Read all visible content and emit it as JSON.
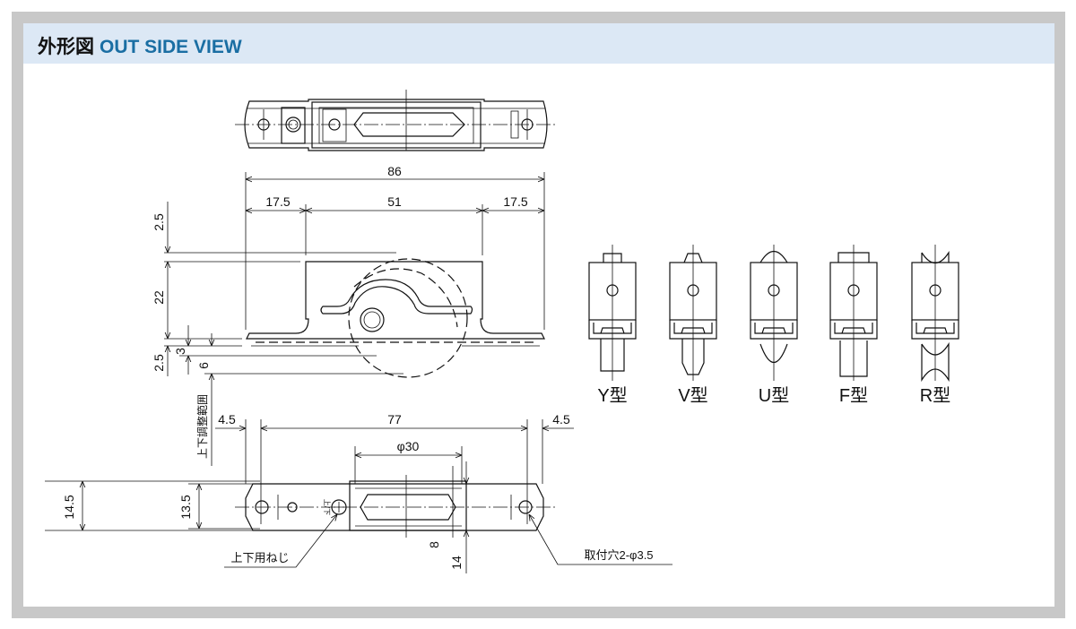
{
  "header": {
    "title_jp": "外形図",
    "title_en": "OUT SIDE VIEW"
  },
  "side_view": {
    "overall_width": "86",
    "left_offset": "17.5",
    "body_width": "51",
    "right_offset": "17.5",
    "top_gap": "2.5",
    "body_height": "22",
    "bottom_gap": "2.5",
    "rail_dim": "3",
    "wheel_protrusion": "6",
    "adjust_range_label": "上下調整範囲"
  },
  "bottom_view": {
    "left_edge": "4.5",
    "hole_pitch": "77",
    "right_edge": "4.5",
    "wheel_diameter": "φ30",
    "outer_height": "14.5",
    "inner_height": "13.5",
    "wheel_width": "8",
    "housing_width": "14",
    "screw_label": "上下用ねじ",
    "screw_mark": "上/下",
    "hole_label": "取付穴2-φ3.5"
  },
  "wheel_types": [
    {
      "label": "Y型",
      "shape": "y"
    },
    {
      "label": "V型",
      "shape": "v"
    },
    {
      "label": "U型",
      "shape": "u"
    },
    {
      "label": "F型",
      "shape": "f"
    },
    {
      "label": "R型",
      "shape": "r"
    }
  ]
}
